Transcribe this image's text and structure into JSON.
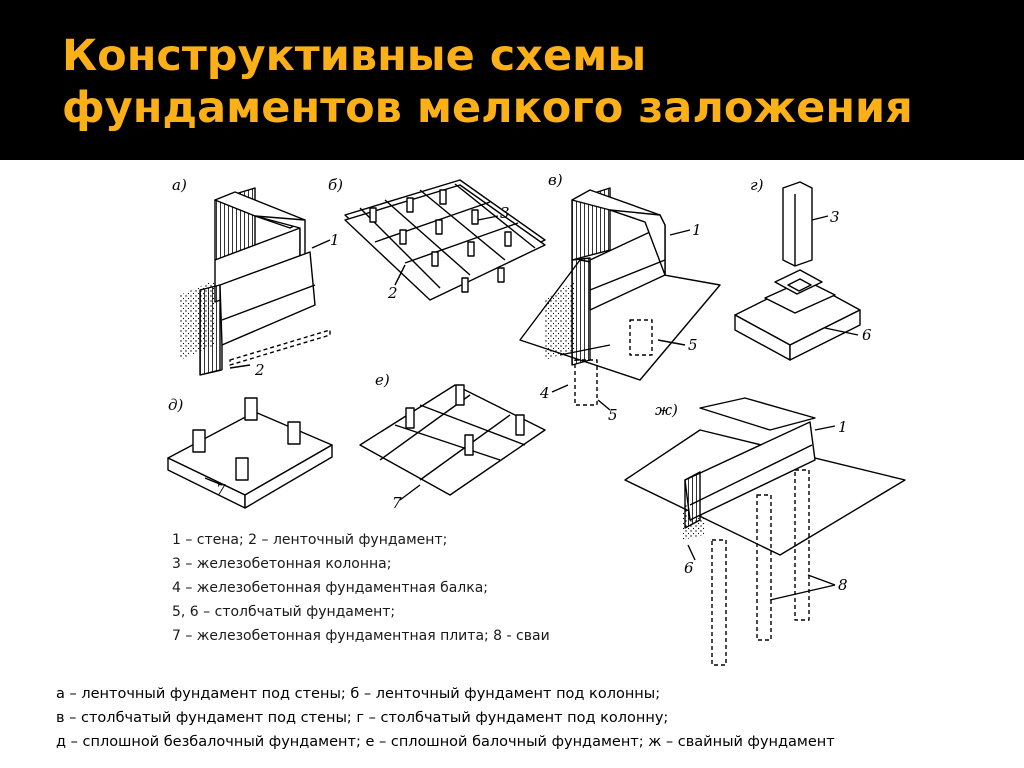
{
  "title": {
    "line1": "Конструктивные схемы",
    "line2": "фундаментов мелкого заложения"
  },
  "figure": {
    "panel_a": {
      "tag": "а)",
      "num1": "1",
      "num2": "2"
    },
    "panel_b": {
      "tag": "б)",
      "num3": "3",
      "num2": "2"
    },
    "panel_v": {
      "tag": "в)",
      "num1": "1",
      "num5a": "5",
      "num4": "4",
      "num5b": "5"
    },
    "panel_g": {
      "tag": "г)",
      "num3": "3",
      "num6": "6"
    },
    "panel_d": {
      "tag": "д)",
      "num7": "7"
    },
    "panel_e": {
      "tag": "е)",
      "num7": "7"
    },
    "panel_zh": {
      "tag": "ж)",
      "num1": "1",
      "num6": "6",
      "num8": "8"
    }
  },
  "legend": [
    "1 – стена; 2 – ленточный фундамент;",
    "3 – железобетонная колонна;",
    "4 – железобетонная фундаментная балка;",
    "5, 6 – столбчатый фундамент;",
    "7 – железобетонная фундаментная плита; 8 - сваи"
  ],
  "caption": [
    "а – ленточный фундамент под стены; б – ленточный фундамент под колонны;",
    "в – столбчатый фундамент под стены; г – столбчатый фундамент под колонну;",
    "д – сплошной безбалочный фундамент; е – сплошной балочный фундамент; ж – свайный фундамент"
  ]
}
